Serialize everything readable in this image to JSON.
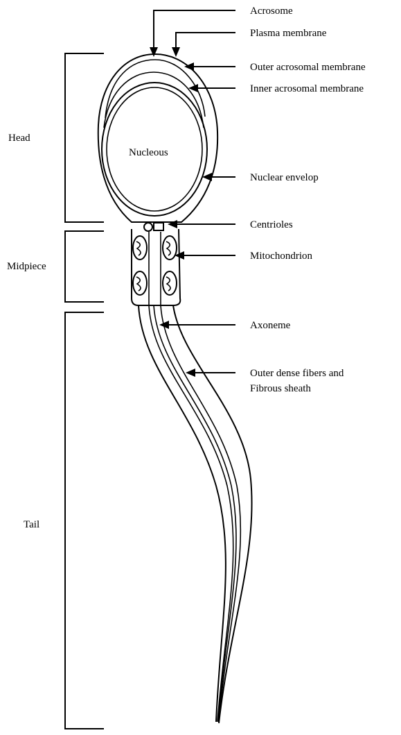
{
  "diagram": {
    "regions": {
      "head": "Head",
      "midpiece": "Midpiece",
      "tail": "Tail"
    },
    "nucleus_label": "Nucleous",
    "labels": {
      "acrosome": "Acrosome",
      "plasma_membrane": "Plasma membrane",
      "outer_acrosomal_membrane": "Outer acrosomal membrane",
      "inner_acrosomal_membrane": "Inner acrosomal membrane",
      "nuclear_envelop": "Nuclear envelop",
      "centrioles": "Centrioles",
      "mitochondrion": "Mitochondrion",
      "axoneme": "Axoneme",
      "outer_dense_fibers_line1": "Outer dense fibers and",
      "outer_dense_fibers_line2": "Fibrous sheath"
    }
  }
}
